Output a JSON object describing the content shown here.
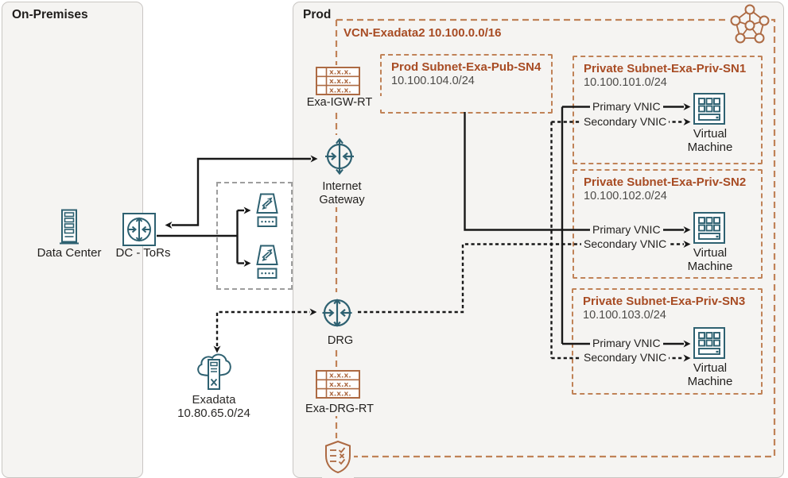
{
  "colors": {
    "teal_icon": "#2e6171",
    "orange_icon": "#ad6a43",
    "orange_dashed_border": "#c08257",
    "orange_title_text": "#a84c24",
    "line_black": "#181818",
    "region_fill": "#f5f4f2",
    "gray_dashed_box": "#9e9e9e",
    "cidr_gray_text": "#4d4b48"
  },
  "on_premises": {
    "title": "On-Premises",
    "data_center_label": "Data Center",
    "dc_tors_label": "DC - ToRs"
  },
  "external": {
    "exadata_label": "Exadata",
    "exadata_cidr": "10.80.65.0/24"
  },
  "prod": {
    "title": "Prod",
    "vcn_label": "VCN-Exadata2 10.100.0.0/16",
    "exa_igw_rt_label": "Exa-IGW-RT",
    "internet_gateway_label": "Internet Gateway",
    "drg_label": "DRG",
    "exa_drg_rt_label": "Exa-DRG-RT",
    "route_table_cell": "x.x.x.",
    "subnets": {
      "pub": {
        "title": "Prod Subnet-Exa-Pub-SN4",
        "cidr": "10.100.104.0/24"
      },
      "sn1": {
        "title": "Private Subnet-Exa-Priv-SN1",
        "cidr": "10.100.101.0/24"
      },
      "sn2": {
        "title": "Private Subnet-Exa-Priv-SN2",
        "cidr": "10.100.102.0/24"
      },
      "sn3": {
        "title": "Private Subnet-Exa-Priv-SN3",
        "cidr": "10.100.103.0/24"
      }
    },
    "vnic": {
      "primary": "Primary VNIC",
      "secondary": "Secondary VNIC"
    },
    "vm_label": "Virtual Machine"
  }
}
